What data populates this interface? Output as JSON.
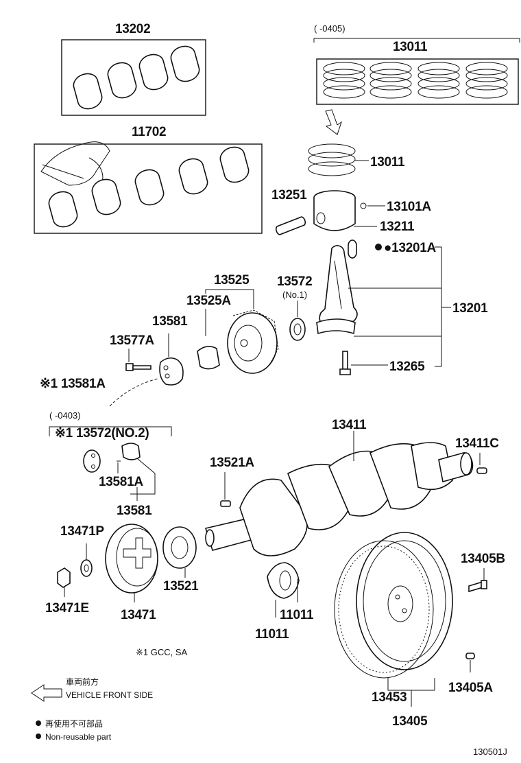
{
  "labels": {
    "p13202": "13202",
    "p11702": "11702",
    "p13011_range": "(      -0405)",
    "p13011_set": "13011",
    "p13011_single": "13011",
    "p13251": "13251",
    "p13101A": "13101A",
    "p13211": "13211",
    "p13201A": "●13201A",
    "p13201": "13201",
    "p13525": "13525",
    "p13525A": "13525A",
    "p13572": "13572",
    "p13572_no1": "(No.1)",
    "p13581": "13581",
    "p13577A": "13577A",
    "p13265": "13265",
    "p13581A_gcc": "※1 13581A",
    "p0403_range": "(      -0403)",
    "p13572_no2": "※1 13572(NO.2)",
    "p13581A": "13581A",
    "p13581_lower": "13581",
    "p13411": "13411",
    "p13411C": "13411C",
    "p13521A": "13521A",
    "p13471P": "13471P",
    "p13471E": "13471E",
    "p13471": "13471",
    "p13521": "13521",
    "p11011_right": "11011",
    "p11011_left": "11011",
    "p13405B": "13405B",
    "p13453": "13453",
    "p13405A": "13405A",
    "p13405": "13405"
  },
  "notes": {
    "gcc": "※1  GCC, SA",
    "front_jp": "車両前方",
    "front_en": "VEHICLE FRONT SIDE",
    "nonreuse_jp": "再使用不可部品",
    "nonreuse_en": "Non-reusable part",
    "code": "130501J"
  },
  "icons": [
    "front-arrow-icon",
    "non-reusable-dot-icon"
  ]
}
